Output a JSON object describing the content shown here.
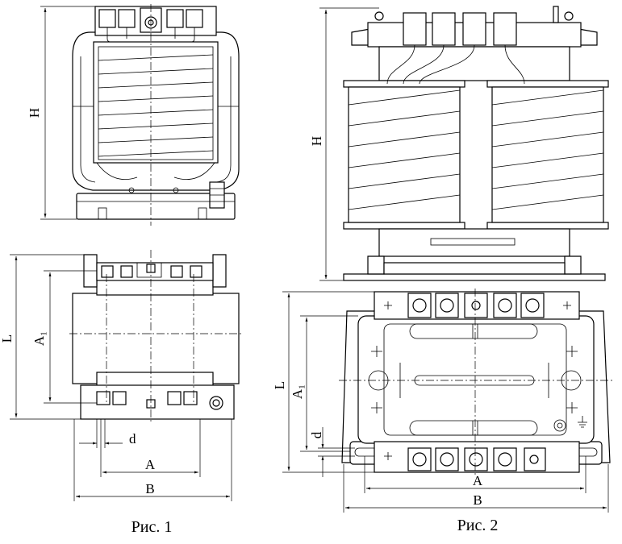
{
  "figures": {
    "fig1": {
      "caption": "Рис. 1"
    },
    "fig2": {
      "caption": "Рис. 2"
    }
  },
  "dimensions": {
    "H": "H",
    "L": "L",
    "A1": "A₁",
    "A": "A",
    "B": "B",
    "d": "d"
  },
  "colors": {
    "line": "#000000",
    "background": "#ffffff"
  }
}
